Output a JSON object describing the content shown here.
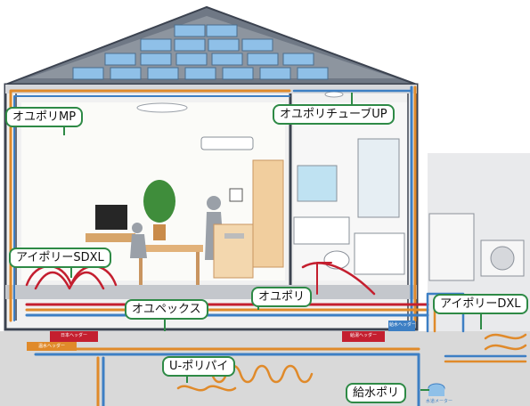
{
  "labels": {
    "oyu_pori_mp": "オユポリMP",
    "oyu_pori_tube_up": "オユポリチューブUP",
    "ai_pori_sdxl": "アイポリーSDXL",
    "oyu_pori": "オユポリ",
    "oyu_pex": "オユペックス",
    "ai_pori_dxl": "アイポリーDXL",
    "u_poly_pipe": "U-ポリパイ",
    "water_supply_pori": "給水ポリ"
  },
  "small_text": {
    "header_left": "日本ヘッダー",
    "header_lower": "温水ヘッダー",
    "header_center": "給湯ヘッダー",
    "header_blue": "給水ヘッダー",
    "water_meter": "水道メーター"
  },
  "colors": {
    "callout_border": "#2e8a46",
    "roof": "#6f7885",
    "solar_panel": "#8fc0e8",
    "wall_frame": "#3c4350",
    "hot_pipe_red": "#c41f2f",
    "warm_pipe_orange": "#e08a2a",
    "cold_pipe_blue": "#3d7fc4",
    "floor_slab": "#bfc2c7",
    "ground": "#d8d8d8"
  }
}
